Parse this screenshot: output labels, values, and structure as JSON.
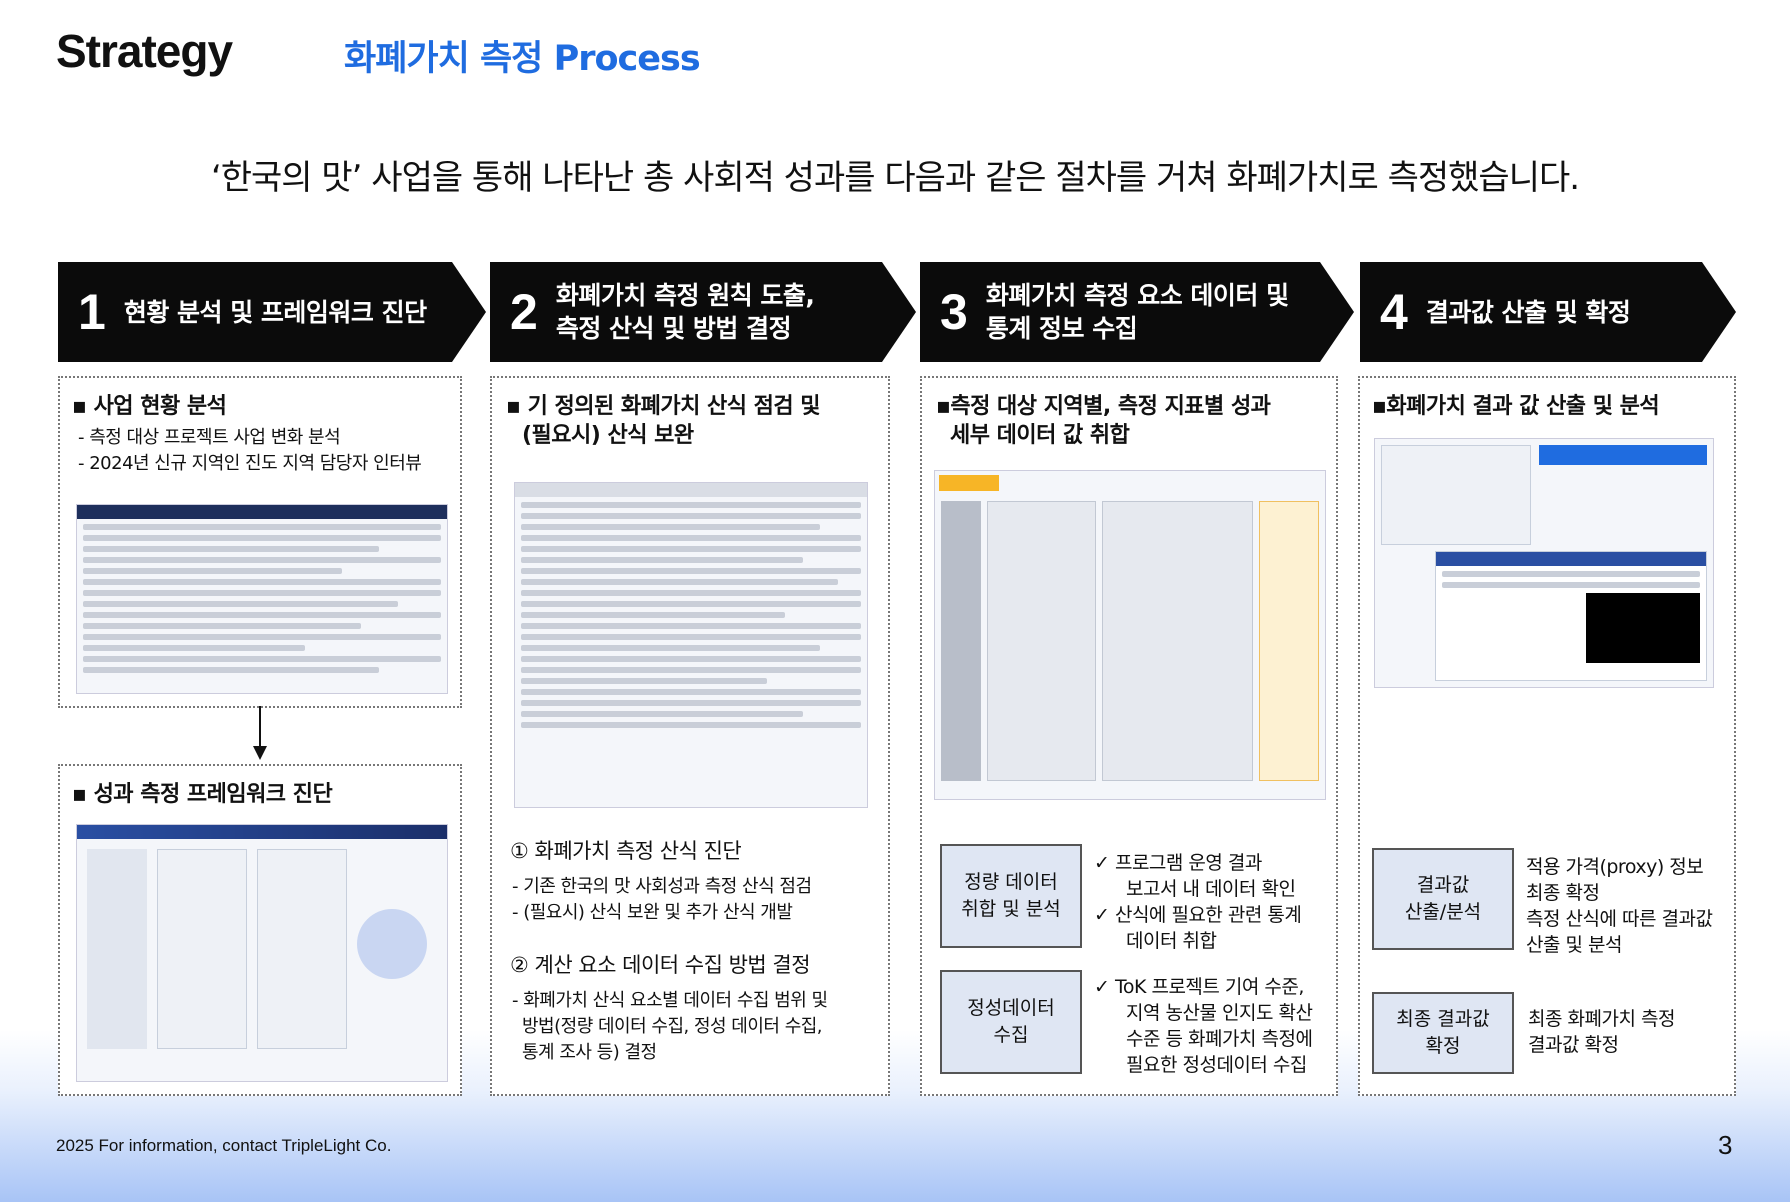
{
  "header": {
    "brand": "Strategy",
    "subtitle": "화폐가치 측정 Process"
  },
  "intro": "‘한국의 맛’ 사업을 통해 나타난 총 사회적 성과를 다음과 같은 절차를 거쳐 화폐가치로 측정했습니다.",
  "steps": [
    {
      "num": "1",
      "title_l1": "현황 분석 및 프레임워크 진단",
      "title_l2": ""
    },
    {
      "num": "2",
      "title_l1": "화폐가치 측정 원칙 도출,",
      "title_l2": "측정 산식 및 방법 결정"
    },
    {
      "num": "3",
      "title_l1": "화폐가치 측정 요소 데이터 및",
      "title_l2": "통계 정보 수집"
    },
    {
      "num": "4",
      "title_l1": "결과값 산출 및 확정",
      "title_l2": ""
    }
  ],
  "col1": {
    "bullet1": "▪ 사업 현황 분석",
    "line1": "- 측정 대상 프로젝트 사업 변화 분석",
    "line2": "- 2024년 신규 지역인 진도 지역 담당자 인터뷰",
    "bullet2": "▪   성과 측정 프레임워크 진단"
  },
  "col2": {
    "bullet_l1": "▪ 기 정의된 화폐가치 산식 점검 및",
    "bullet_l2": "(필요시) 산식 보완",
    "sub1": "① 화폐가치 측정 산식 진단",
    "sub1_l1": "- 기존 한국의 맛 사회성과 측정 산식 점검",
    "sub1_l2": "- (필요시) 산식 보완 및  추가 산식 개발",
    "sub2": "② 계산 요소 데이터 수집 방법 결정",
    "sub2_l1": "- 화폐가치 산식 요소별 데이터 수집 범위 및",
    "sub2_l2": "방법(정량 데이터 수집, 정성 데이터 수집,",
    "sub2_l3": "통계 조사 등) 결정"
  },
  "col3": {
    "bullet_l1": "▪측정 대상 지역별, 측정 지표별 성과",
    "bullet_l2": "세부 데이터 값 취합",
    "box1_l1": "정량 데이터",
    "box1_l2": "취합 및 분석",
    "box1_t1": "✓  프로그램 운영 결과",
    "box1_t2": "보고서 내 데이터 확인",
    "box1_t3": "✓  산식에 필요한 관련 통계",
    "box1_t4": "데이터 취합",
    "box2_l1": "정성데이터",
    "box2_l2": "수집",
    "box2_t1": "✓  ToK 프로젝트 기여 수준,",
    "box2_t2": "지역 농산물 인지도 확산",
    "box2_t3": "수준 등 화폐가치 측정에",
    "box2_t4": "필요한 정성데이터 수집"
  },
  "col4": {
    "bullet": "▪화폐가치 결과 값 산출 및 분석",
    "box1_l1": "결과값",
    "box1_l2": "산출/분석",
    "box1_t1": "적용 가격(proxy) 정보",
    "box1_t2": "최종 확정",
    "box1_t3": "측정 산식에 따른 결과값",
    "box1_t4": "산출 및 분석",
    "box2_l1": "최종 결과값",
    "box2_l2": "확정",
    "box2_t1": "최종 화폐가치 측정",
    "box2_t2": "결과값 확정"
  },
  "footer": {
    "note": "2025 For information, contact TripleLight Co.",
    "page": "3"
  },
  "colors": {
    "accent": "#1f6ce0",
    "step_bg": "#0b0b0b",
    "label_bg": "#dfe6f3"
  }
}
